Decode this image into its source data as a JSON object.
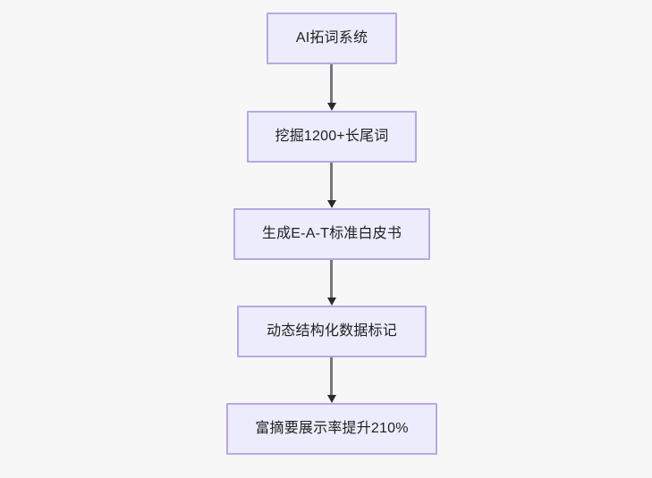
{
  "diagram": {
    "type": "flowchart",
    "orientation": "top-to-bottom",
    "background_color": "#f7f7f8",
    "node_fill_color": "#ececfc",
    "node_border_color": "#b8a8e0",
    "node_text_color": "#1f2020",
    "connector_color": "#77767b",
    "arrowhead_color": "#2a2a2e",
    "nodes": [
      {
        "id": "n1",
        "label": "AI拓词系统"
      },
      {
        "id": "n2",
        "label": "挖掘1200+长尾词"
      },
      {
        "id": "n3",
        "label": "生成E-A-T标准白皮书"
      },
      {
        "id": "n4",
        "label": "动态结构化数据标记"
      },
      {
        "id": "n5",
        "label": "富摘要展示率提升210%"
      }
    ],
    "edges": [
      {
        "from": "n1",
        "to": "n2",
        "label": ""
      },
      {
        "from": "n2",
        "to": "n3",
        "label": ""
      },
      {
        "from": "n3",
        "to": "n4",
        "label": ""
      },
      {
        "from": "n4",
        "to": "n5",
        "label": ""
      }
    ]
  }
}
